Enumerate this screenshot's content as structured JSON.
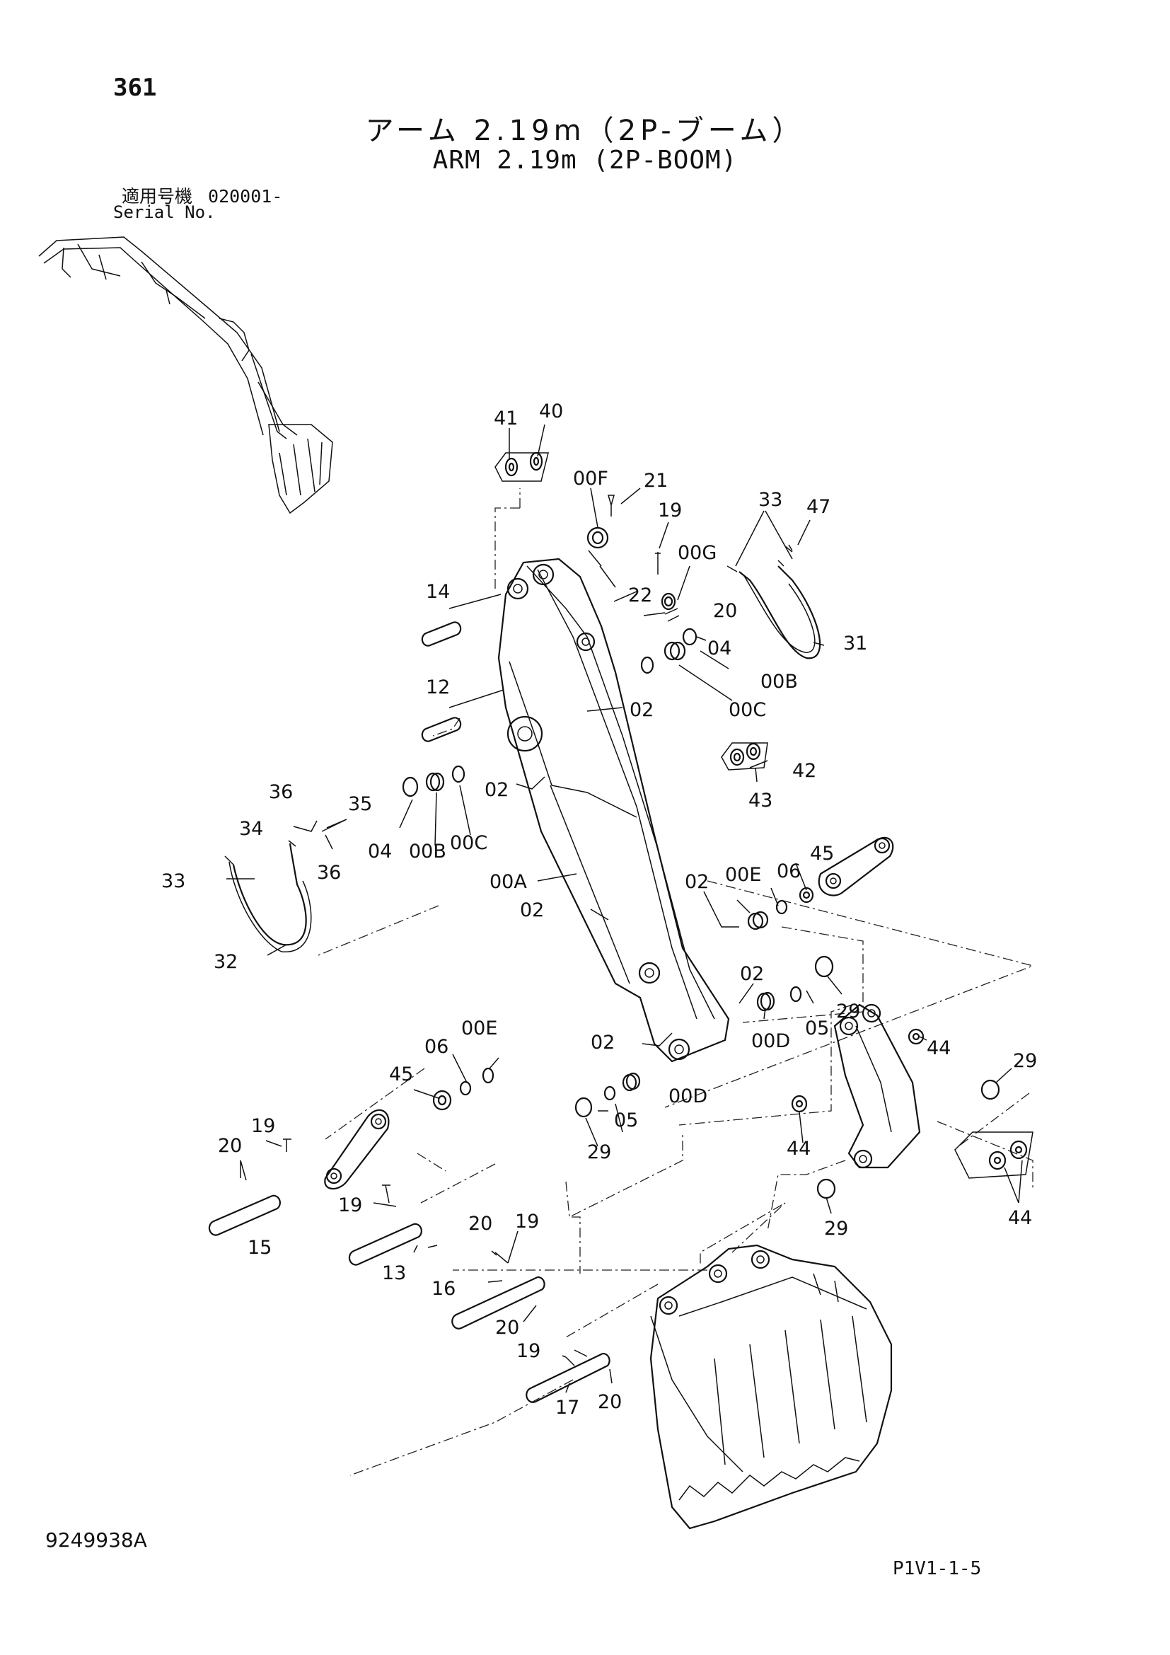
{
  "header": {
    "page_number": "361",
    "title_jp": "アーム 2.19m（2P-ブーム）",
    "title_en": "ARM 2.19m (2P-BOOM)",
    "serial_label_jp": "適用号機",
    "serial_value": "020001-",
    "serial_label_en": "Serial No."
  },
  "footer": {
    "document_id": "9249938A",
    "page_ref": "P1V1-1-5"
  },
  "callouts": {
    "c41": "41",
    "c40": "40",
    "c00F": "00F",
    "c21": "21",
    "c19a": "19",
    "c33a": "33",
    "c47": "47",
    "c00G": "00G",
    "c14": "14",
    "c22": "22",
    "c20a": "20",
    "c04a": "04",
    "c31": "31",
    "c00Ba": "00B",
    "c12": "12",
    "c00Ca": "00C",
    "c02a": "02",
    "c42": "42",
    "c43": "43",
    "c02b": "02",
    "c36a": "36",
    "c35": "35",
    "c34": "34",
    "c33b": "33",
    "c04b": "04",
    "c00Bb": "00B",
    "c00Cb": "00C",
    "c36b": "36",
    "c00A": "00A",
    "c00Ea": "00E",
    "c06a": "06",
    "c45a": "45",
    "c02c": "02",
    "c02d": "02",
    "c32": "32",
    "c02e": "02",
    "c29a": "29",
    "c05a": "05",
    "c00Da": "00D",
    "c02f": "02",
    "c06b": "06",
    "c00Eb": "00E",
    "c44a": "44",
    "c29b": "29",
    "c45b": "45",
    "c00Db": "00D",
    "c05b": "05",
    "c29c": "29",
    "c19b": "19",
    "c20b": "20",
    "c44b": "44",
    "c44c": "44",
    "c19c": "19",
    "c20c": "20",
    "c15": "15",
    "c13": "13",
    "c29d": "29",
    "c19d": "19",
    "c16": "16",
    "c20d": "20",
    "c19e": "19",
    "c17": "17",
    "c20e": "20"
  }
}
